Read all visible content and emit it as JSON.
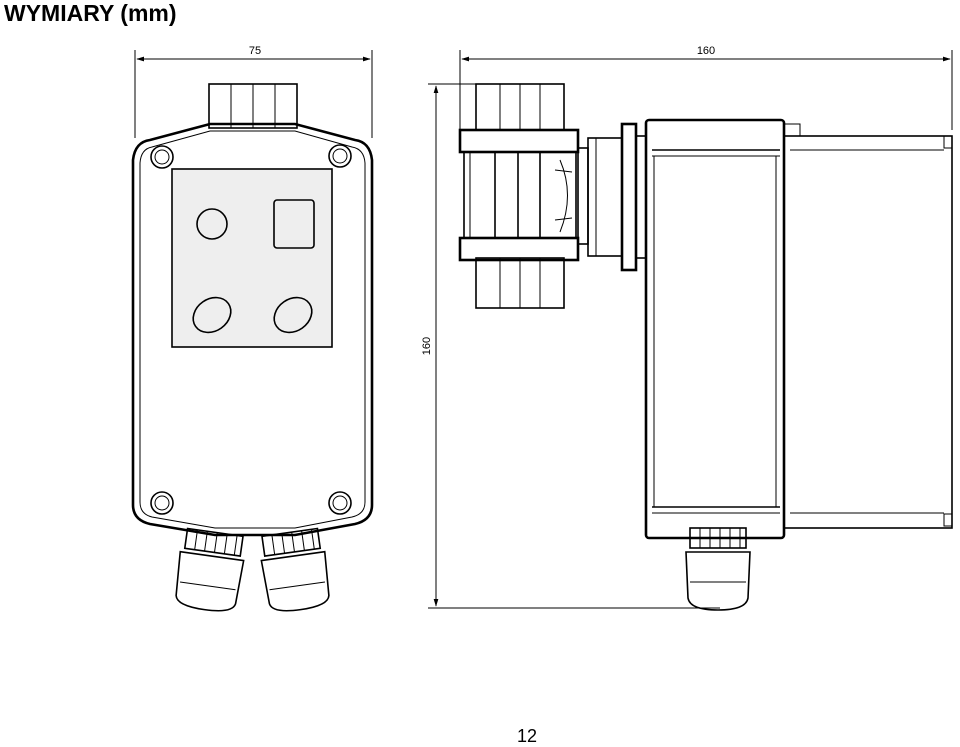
{
  "heading": "WYMIARY (mm)",
  "dimensions": {
    "front_width": "75",
    "side_width": "160",
    "side_height": "160"
  },
  "page_number": "12"
}
